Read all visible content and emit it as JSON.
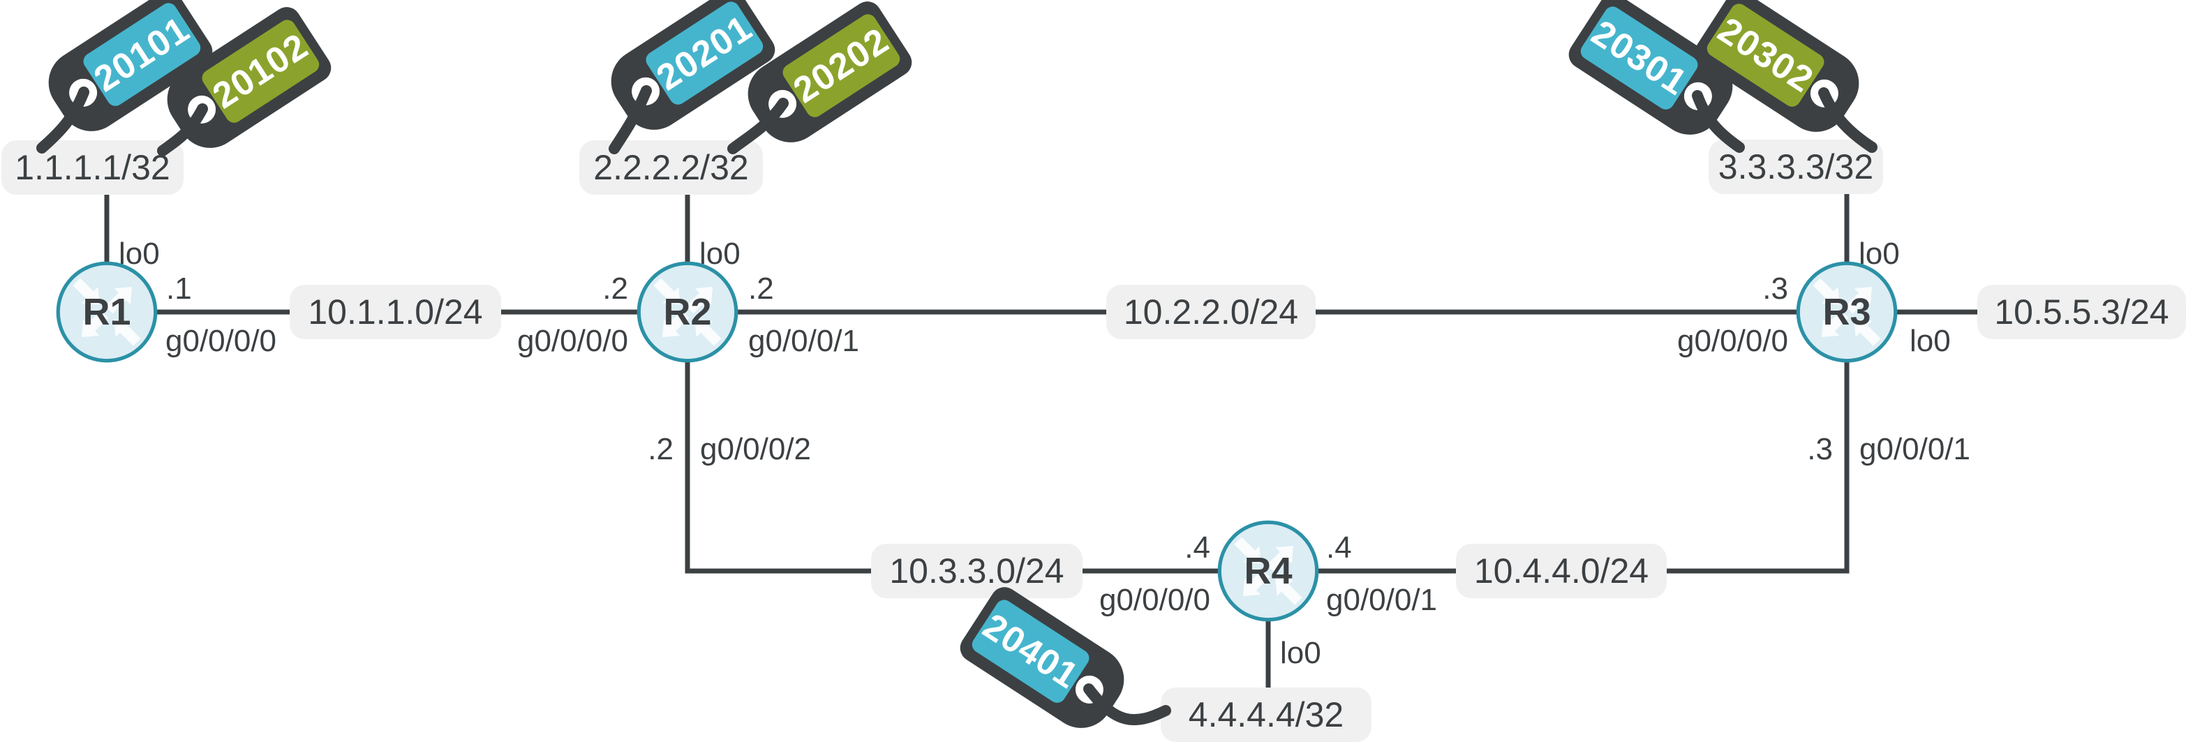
{
  "colors": {
    "ink": "#3c4043",
    "tag_teal": "#45b5cd",
    "tag_olive": "#8ba32c",
    "label_bg": "#f0f0f0",
    "router_fill": "#dcedf4",
    "router_stroke": "#2b91a7",
    "tag_text": "#ffffff"
  },
  "routers": [
    {
      "name": "R1"
    },
    {
      "name": "R2"
    },
    {
      "name": "R3"
    },
    {
      "name": "R4"
    }
  ],
  "loopback_labels": [
    {
      "text": "1.1.1.1/32"
    },
    {
      "text": "2.2.2.2/32"
    },
    {
      "text": "3.3.3.3/32"
    },
    {
      "text": "4.4.4.4/32"
    },
    {
      "text": "10.5.5.3/24"
    }
  ],
  "subnet_labels": [
    {
      "text": "10.1.1.0/24"
    },
    {
      "text": "10.2.2.0/24"
    },
    {
      "text": "10.3.3.0/24"
    },
    {
      "text": "10.4.4.0/24"
    }
  ],
  "interfaces": {
    "r1": [
      {
        "text": "lo0"
      },
      {
        "text": ".1"
      },
      {
        "text": "g0/0/0/0"
      }
    ],
    "r2": [
      {
        "text": "lo0"
      },
      {
        "text": ".2"
      },
      {
        "text": "g0/0/0/0"
      },
      {
        "text": ".2"
      },
      {
        "text": "g0/0/0/1"
      },
      {
        "text": ".2"
      },
      {
        "text": "g0/0/0/2"
      }
    ],
    "r3": [
      {
        "text": "lo0"
      },
      {
        "text": ".3"
      },
      {
        "text": "g0/0/0/0"
      },
      {
        "text": "lo0"
      },
      {
        "text": ".3"
      },
      {
        "text": "g0/0/0/1"
      }
    ],
    "r4": [
      {
        "text": ".4"
      },
      {
        "text": "g0/0/0/0"
      },
      {
        "text": ".4"
      },
      {
        "text": "g0/0/0/1"
      },
      {
        "text": "lo0"
      }
    ]
  },
  "route_tags": [
    {
      "value": "20101",
      "color": "teal"
    },
    {
      "value": "20102",
      "color": "olive"
    },
    {
      "value": "20201",
      "color": "teal"
    },
    {
      "value": "20202",
      "color": "olive"
    },
    {
      "value": "20301",
      "color": "teal"
    },
    {
      "value": "20302",
      "color": "olive"
    },
    {
      "value": "20401",
      "color": "teal"
    }
  ]
}
